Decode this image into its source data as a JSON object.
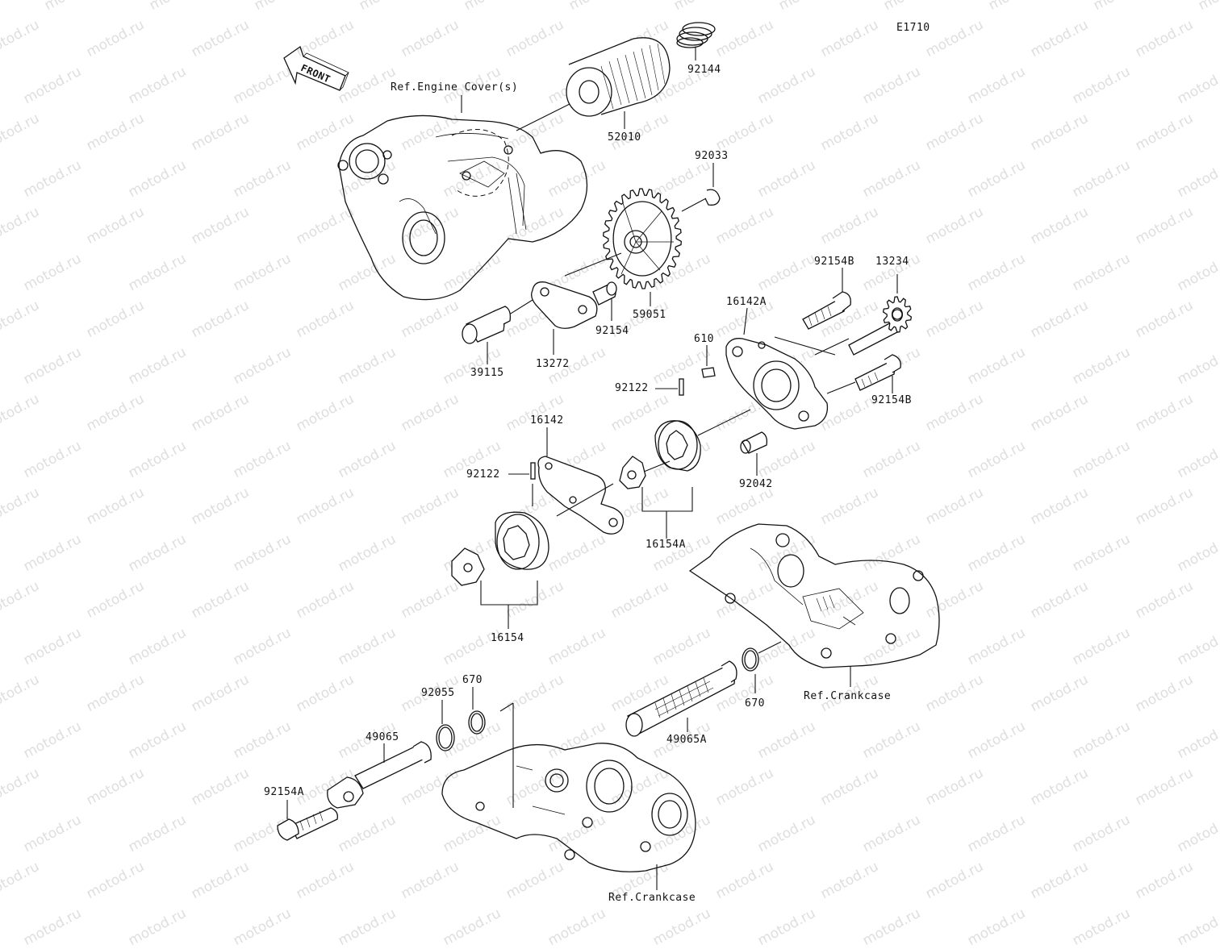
{
  "diagram_id": "E1710",
  "front_label": "FRONT",
  "watermark": "motod.ru",
  "references": {
    "engine_cover": "Ref.Engine Cover(s)",
    "crankcase_right": "Ref.Crankcase",
    "crankcase_bottom": "Ref.Crankcase"
  },
  "parts": {
    "p92144": "92144",
    "p52010": "52010",
    "p92033": "92033",
    "p59051": "59051",
    "p92154": "92154",
    "p13272": "13272",
    "p39115": "39115",
    "p92154B_top": "92154B",
    "p13234": "13234",
    "p16142A": "16142A",
    "p610": "610",
    "p92122_upper": "92122",
    "p92154B_right": "92154B",
    "p92042": "92042",
    "p16142": "16142",
    "p92122_lower": "92122",
    "p16154A": "16154A",
    "p16154": "16154",
    "p670_left": "670",
    "p92055": "92055",
    "p49065": "49065",
    "p92154A": "92154A",
    "p670_right": "670",
    "p49065A": "49065A"
  }
}
